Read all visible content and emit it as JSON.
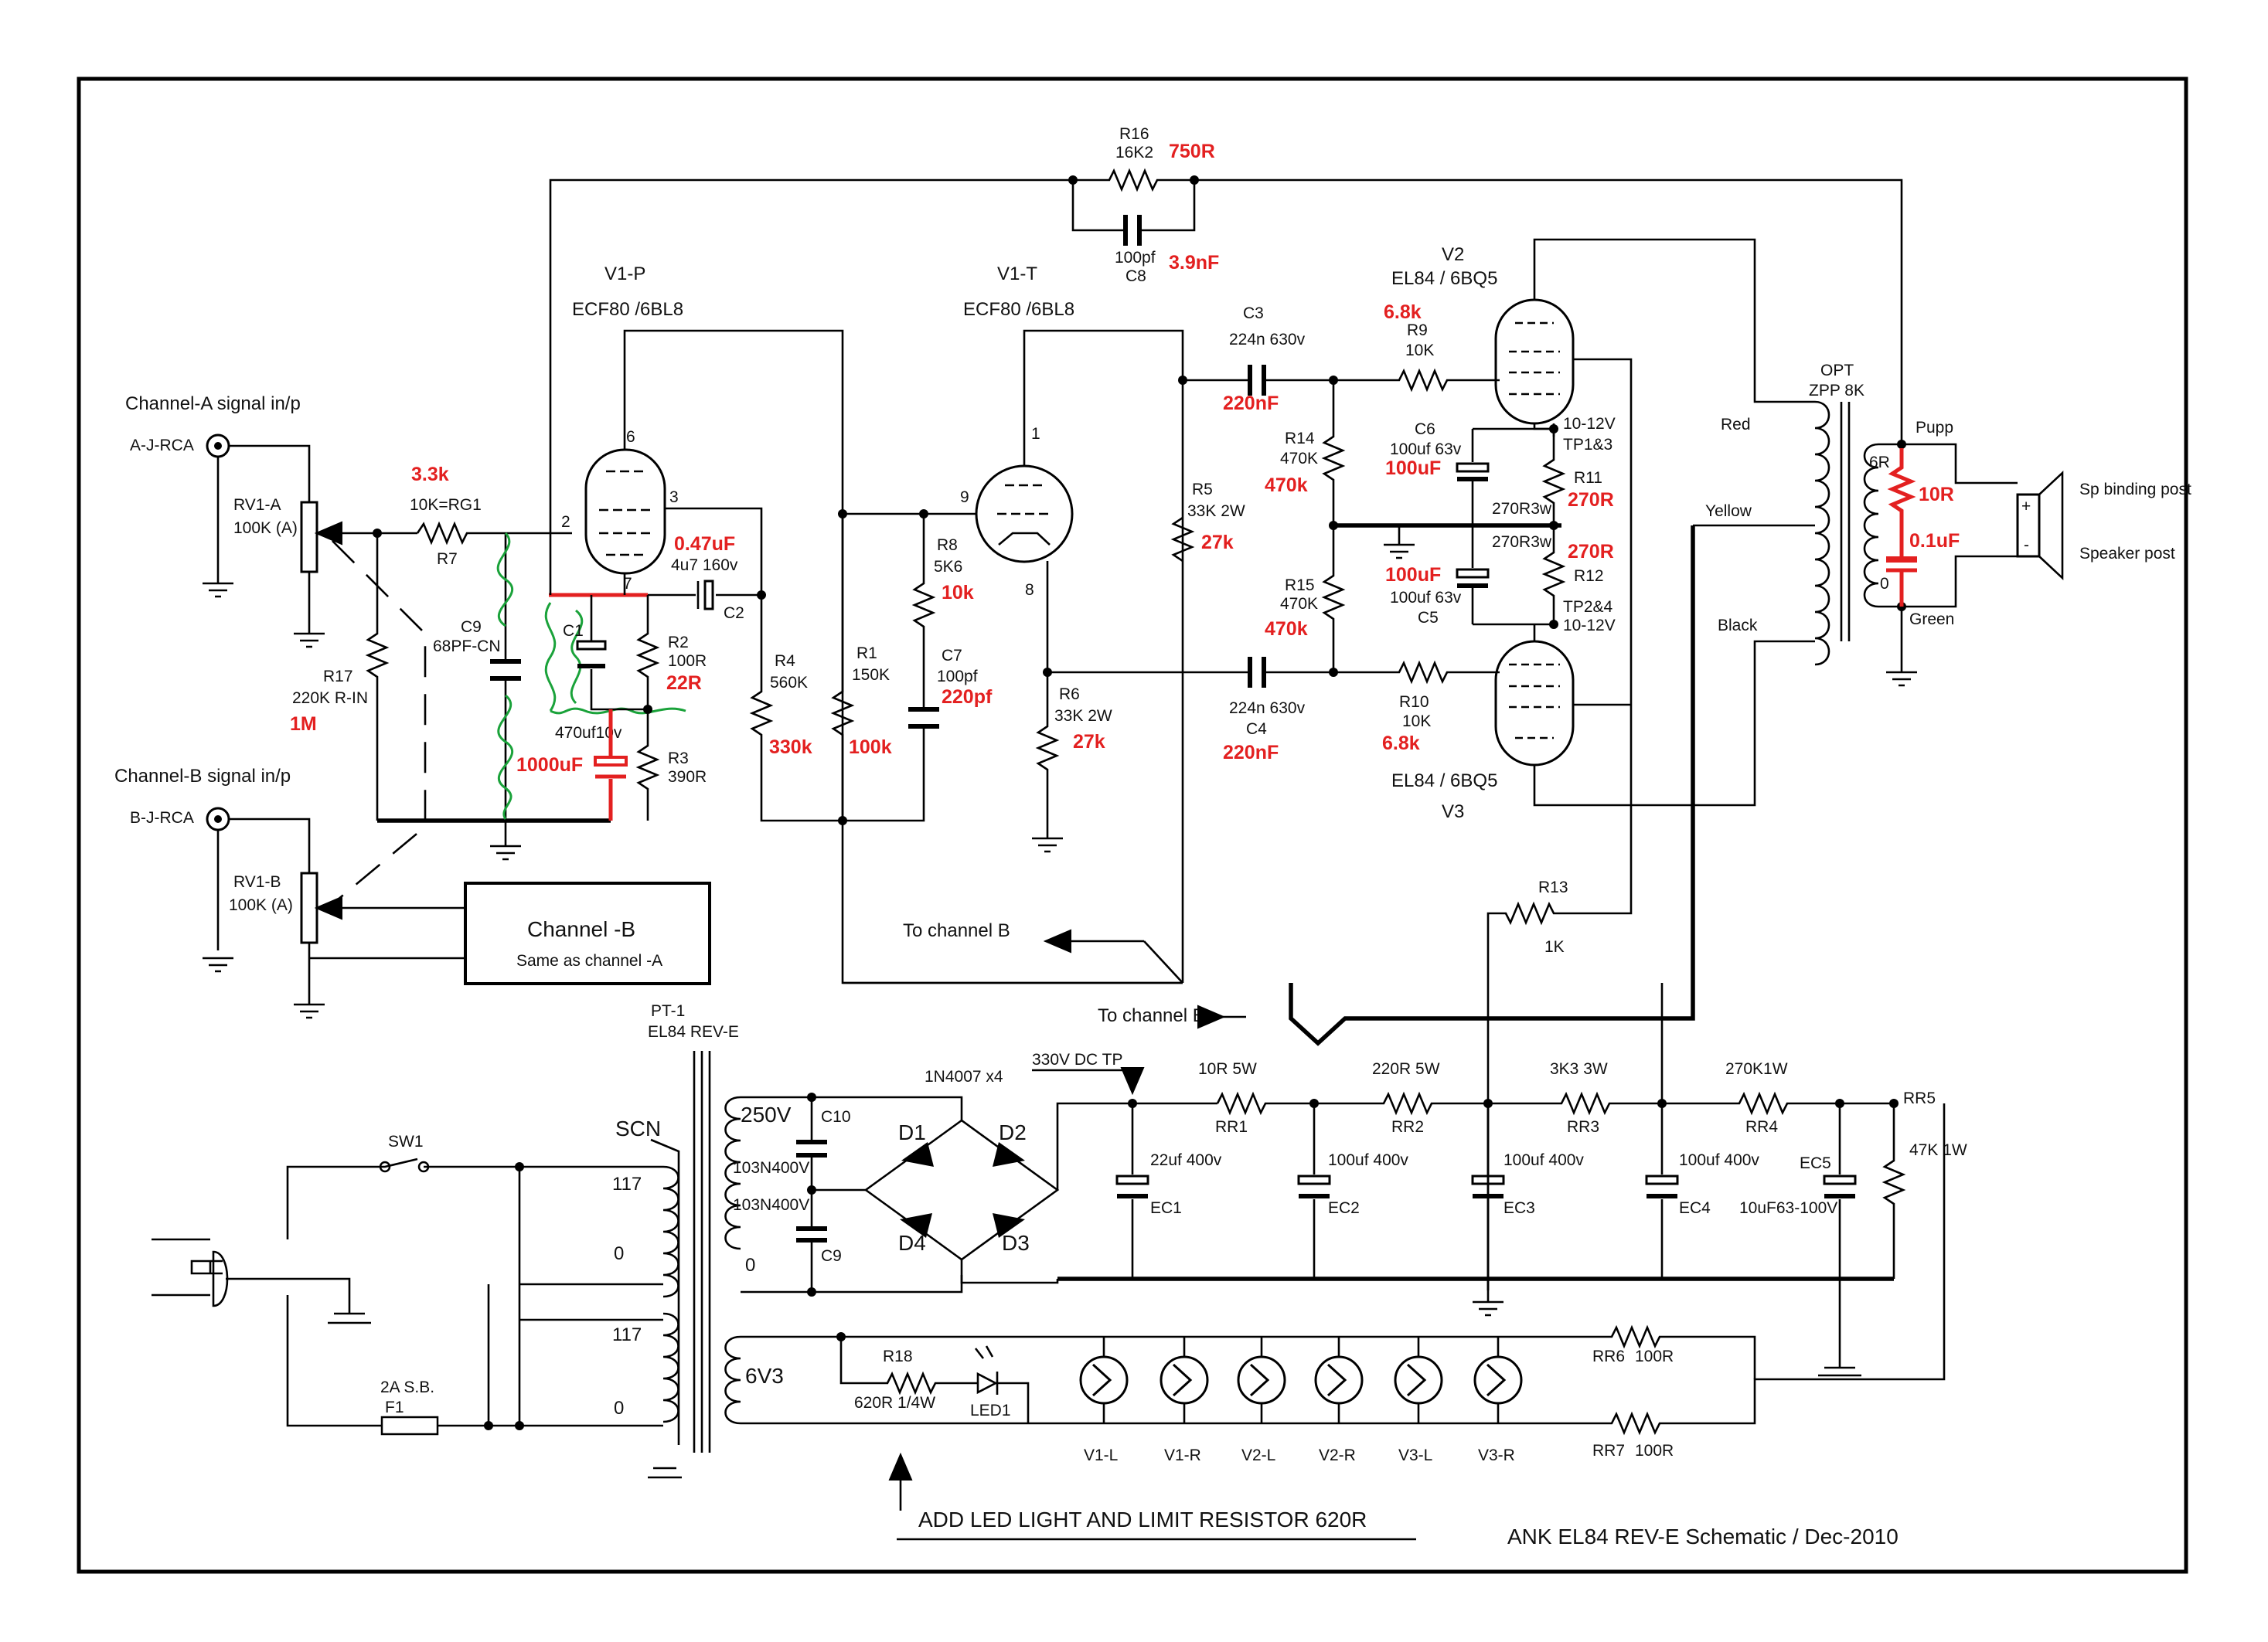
{
  "title": "ANK EL84 REV-E Schematic / Dec-2010",
  "note": "ADD LED LIGHT AND LIMIT RESISTOR 620R",
  "inputs": {
    "ch_a_title": "Channel-A signal in/p",
    "ch_a_jack": "A-J-RCA",
    "ch_b_title": "Channel-B signal in/p",
    "ch_b_jack": "B-J-RCA",
    "rv1a_name": "RV1-A",
    "rv1a_val": "100K (A)",
    "rv1b_name": "RV1-B",
    "rv1b_val": "100K (A)"
  },
  "channel_b_box": {
    "title": "Channel -B",
    "sub": "Same as channel -A"
  },
  "to_channel_b": "To channel B",
  "tubes": {
    "v1p_name": "V1-P",
    "v1p_type": "ECF80 /6BL8",
    "v1t_name": "V1-T",
    "v1t_type": "ECF80 /6BL8",
    "v2_name": "V2",
    "v2_type": "EL84 / 6BQ5",
    "v3_name": "V3",
    "v3_type": "EL84 / 6BQ5"
  },
  "pins": {
    "p6": "6",
    "p3": "3",
    "p2": "2",
    "p7": "7",
    "p1": "1",
    "p9": "9",
    "p8": "8"
  },
  "parts": {
    "r16": "R16",
    "r16v": "16K2",
    "r16_mod": "750R",
    "c8v": "100pf",
    "c8": "C8",
    "c8_mod": "3.9nF",
    "r7v": "10K=RG1",
    "r7": "R7",
    "r7_mod": "3.3k",
    "r17": "R17",
    "r17v": "220K R-IN",
    "r17_mod": "1M",
    "c9": "C9",
    "c9v": "68PF-CN",
    "c1": "C1",
    "c1v": "470uf10v",
    "c1_mod": "1000uF",
    "c2v": "4u7 160v",
    "c2": "C2",
    "c2_mod": "0.47uF",
    "r2": "R2",
    "r2v": "100R",
    "r2_mod": "22R",
    "r3": "R3",
    "r3v": "390R",
    "r4": "R4",
    "r4v": "560K",
    "r4_mod": "330k",
    "r1": "R1",
    "r1v": "150K",
    "r1_mod": "100k",
    "r8": "R8",
    "r8v": "5K6",
    "r8_mod": "10k",
    "c7": "C7",
    "c7v": "100pf",
    "c7_mod": "220pf",
    "r5": "R5",
    "r5v": "33K 2W",
    "r5_mod": "27k",
    "r6": "R6",
    "r6v": "33K 2W",
    "r6_mod": "27k",
    "c3": "C3",
    "c3v": "224n 630v",
    "c3_mod": "220nF",
    "c4": "C4",
    "c4v": "224n 630v",
    "c4_mod": "220nF",
    "r14": "R14",
    "r14v": "470K",
    "r14_mod": "470k",
    "r15": "R15",
    "r15v": "470K",
    "r15_mod": "470k",
    "r9": "R9",
    "r9v": "10K",
    "r9_mod": "6.8k",
    "r10": "R10",
    "r10v": "10K",
    "r10_mod": "6.8k",
    "c6": "C6",
    "c6v": "100uf 63v",
    "c6_mod": "100uF",
    "c5": "C5",
    "c5v": "100uf 63v",
    "c5_mod": "100uF",
    "r11": "R11",
    "r11v": "270R3w",
    "r11_mod": "270R",
    "r12": "R12",
    "r12v": "270R3w",
    "r12_mod": "270R",
    "tp13": "10-12V",
    "tp13b": "TP1&3",
    "tp24": "TP2&4",
    "tp24b": "10-12V",
    "r13": "R13",
    "r13v": "1K"
  },
  "opt": {
    "name": "OPT",
    "type": "ZPP 8K",
    "red": "Red",
    "yellow": "Yellow",
    "black": "Black",
    "pupp": "Pupp",
    "six_r": "6R",
    "zero": "0",
    "green": "Green",
    "r_mod": "10R",
    "c_mod": "0.1uF",
    "sp_bind": "Sp binding post",
    "sp_post": "Speaker post",
    "plus": "+",
    "minus": "-"
  },
  "psu": {
    "pt_name": "PT-1",
    "pt_type": "EL84 REV-E",
    "scn": "SCN",
    "sw1": "SW1",
    "fuse": "2A S.B.",
    "f1": "F1",
    "tap117a": "117",
    "tap0a": "0",
    "tap117b": "117",
    "tap0b": "0",
    "sec250": "250V",
    "sec0": "0",
    "sec6v3": "6V3",
    "c10": "C10",
    "c10v": "103N400V",
    "c9v": "103N400V",
    "c9": "C9",
    "diode_type": "1N4007 x4",
    "d1": "D1",
    "d2": "D2",
    "d3": "D3",
    "d4": "D4",
    "tp330": "330V DC TP",
    "rr1v": "10R 5W",
    "rr1": "RR1",
    "rr2v": "220R 5W",
    "rr2": "RR2",
    "rr3v": "3K3 3W",
    "rr3": "RR3",
    "rr4v": "270K1W",
    "rr4": "RR4",
    "rr5": "RR5",
    "rr5v": "47K 1W",
    "ec1v": "22uf 400v",
    "ec1": "EC1",
    "ec2v": "100uf 400v",
    "ec2": "EC2",
    "ec3v": "100uf 400v",
    "ec3": "EC3",
    "ec4v": "100uf 400v",
    "ec4": "EC4",
    "ec5": "EC5",
    "ec5v": "10uF63-100V"
  },
  "heaters": {
    "r18": "R18",
    "r18v": "620R 1/4W",
    "led1": "LED1",
    "rr6": "RR6",
    "rr6v": "100R",
    "rr7": "RR7",
    "rr7v": "100R",
    "fil": [
      "V1-L",
      "V1-R",
      "V2-L",
      "V2-R",
      "V3-L",
      "V3-R"
    ]
  },
  "colors": {
    "ink": "#000000",
    "mod_red": "#e32020",
    "mod_green": "#1aa23a"
  }
}
